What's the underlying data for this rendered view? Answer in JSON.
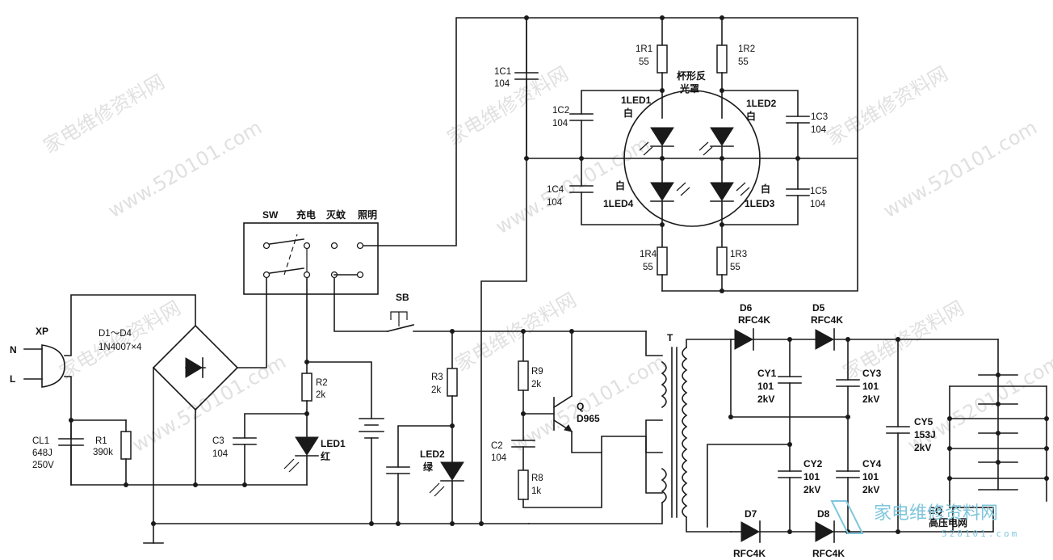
{
  "watermarks": {
    "cn": "家电维修资料网",
    "url": "www.520101.com",
    "brand": "家电维修资料网",
    "brand_url": "520101.com"
  },
  "labels": {
    "plug": "XP",
    "n": "N",
    "l": "L",
    "bridge": "D1～D4",
    "bridge_val": "1N4007×4",
    "cl1": "CL1",
    "cl1_val": "648J",
    "cl1_v": "250V",
    "r1": "R1",
    "r1_val": "390k",
    "c3": "C3",
    "c3_val": "104",
    "r2": "R2",
    "r2_val": "2k",
    "led1": "LED1",
    "led1_color": "红",
    "sw": "SW",
    "sw_charge": "充电",
    "sw_kill": "灭蚊",
    "sw_light": "照明",
    "sb": "SB",
    "r3": "R3",
    "r3_val": "2k",
    "led2": "LED2",
    "led2_color": "绿",
    "r9": "R9",
    "r9_val": "2k",
    "c2": "C2",
    "c2_val": "104",
    "r8": "R8",
    "r8_val": "1k",
    "q": "Q",
    "q_val": "D965",
    "t": "T",
    "d6": "D6",
    "d6_val": "RFC4K",
    "d5": "D5",
    "d5_val": "RFC4K",
    "d7": "D7",
    "d7_val": "RFC4K",
    "d8": "D8",
    "d8_val": "RFC4K",
    "cy1": "CY1",
    "cy1_val": "101",
    "cy1_v": "2kV",
    "cy2": "CY2",
    "cy2_val": "101",
    "cy2_v": "2kV",
    "cy3": "CY3",
    "cy3_val": "101",
    "cy3_v": "2kV",
    "cy4": "CY4",
    "cy4_val": "101",
    "cy4_v": "2kV",
    "cy5": "CY5",
    "cy5_val": "153J",
    "cy5_v": "2kV",
    "eq": "EQ",
    "eq_name": "高压电网",
    "c1c1": "1C1",
    "c1c1_val": "104",
    "c1c2": "1C2",
    "c1c2_val": "104",
    "c1c3": "1C3",
    "c1c3_val": "104",
    "c1c4": "1C4",
    "c1c4_val": "104",
    "c1c5": "1C5",
    "c1c5_val": "104",
    "r1r1": "1R1",
    "r1r1_val": "55",
    "r1r2": "1R2",
    "r1r2_val": "55",
    "r1r3": "1R3",
    "r1r3_val": "55",
    "r1r4": "1R4",
    "r1r4_val": "55",
    "lamp_cup": "杯形反",
    "lamp_cup2": "光罩",
    "lled1": "1LED1",
    "lled1_c": "白",
    "lled2": "1LED2",
    "lled2_c": "白",
    "lled3": "1LED3",
    "lled3_c": "白",
    "lled4": "1LED4",
    "lled4_c": "白"
  }
}
